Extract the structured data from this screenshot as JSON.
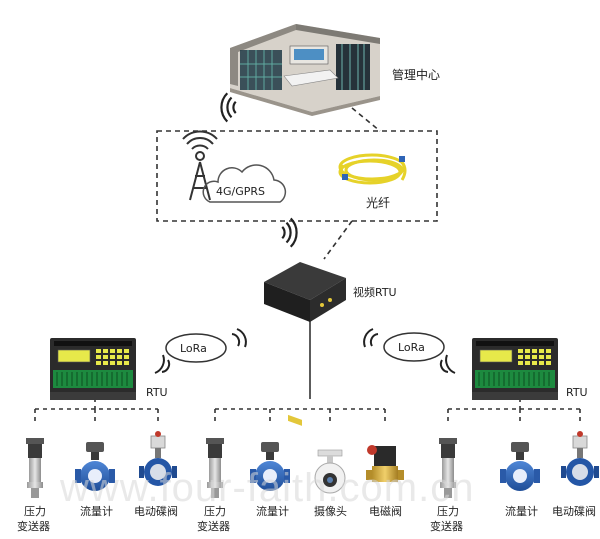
{
  "nodes": {
    "control_center": "管理中心",
    "network": "4G/GPRS",
    "fiber": "光纤",
    "video_rtu": "视频RTU",
    "rtu_left": "RTU",
    "rtu_right": "RTU",
    "lora_left": "LoRa",
    "lora_right": "LoRa"
  },
  "devices": {
    "left_group": {
      "pressure_line1": "压力",
      "pressure_line2": "变送器",
      "flowmeter": "流量计",
      "valve": "电动碟阀"
    },
    "center_group": {
      "pressure_line1": "压力",
      "pressure_line2": "变送器",
      "flowmeter": "流量计",
      "camera": "摄像头",
      "solenoid": "电磁阀"
    },
    "right_group": {
      "pressure_line1": "压力",
      "pressure_line2": "变送器",
      "flowmeter": "流量计",
      "valve": "电动碟阀"
    }
  },
  "watermark": "www.four-faith.com.cn",
  "colors": {
    "rtu_lcd": "#e7e94a",
    "rtu_terminal": "#1d8a3f",
    "fiber": "#e6d229",
    "flowmeter_blue": "#2f64b6",
    "line": "#333333"
  }
}
